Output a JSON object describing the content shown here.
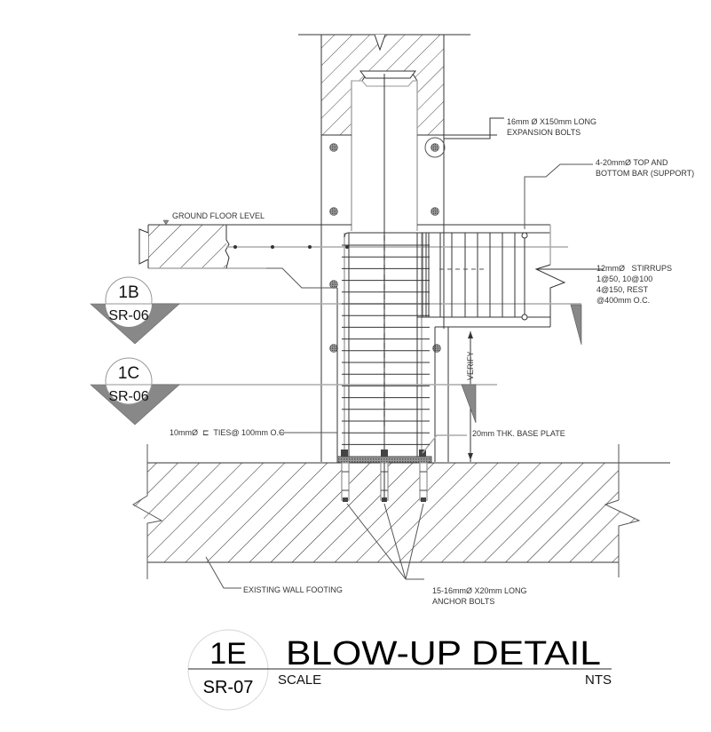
{
  "drawing": {
    "title": "BLOW-UP DETAIL",
    "detail_tag": {
      "number": "1E",
      "sheet": "SR-07"
    },
    "scale_label": "SCALE",
    "scale_value": "NTS"
  },
  "section_markers": [
    {
      "number": "1B",
      "sheet": "SR-06"
    },
    {
      "number": "1C",
      "sheet": "SR-06"
    }
  ],
  "annotations": {
    "expansion_bolts": [
      "16mm Ø X150mm LONG",
      "EXPANSION BOLTS"
    ],
    "top_bottom_bar": [
      "4-20mmØ TOP AND",
      "BOTTOM BAR (SUPPORT)"
    ],
    "stirrups": [
      "12mmØ   STIRRUPS",
      "1@50, 10@100",
      "4@150, REST",
      "@400mm O.C."
    ],
    "ground_floor_level": "GROUND FLOOR LEVEL",
    "ties": "10mmØ  ⊏  TIES@ 100mm O.C",
    "base_plate": "20mm THK. BASE PLATE",
    "verify": "VERIFY",
    "wall_footing": "EXISTING WALL FOOTING",
    "anchor_bolts": [
      "15-16mmØ X20mm LONG",
      "ANCHOR BOLTS"
    ]
  },
  "colors": {
    "line": "#333333",
    "grey_line": "#aaaaaa",
    "marker_fill": "#888888",
    "bolt_fill": "#777777"
  }
}
